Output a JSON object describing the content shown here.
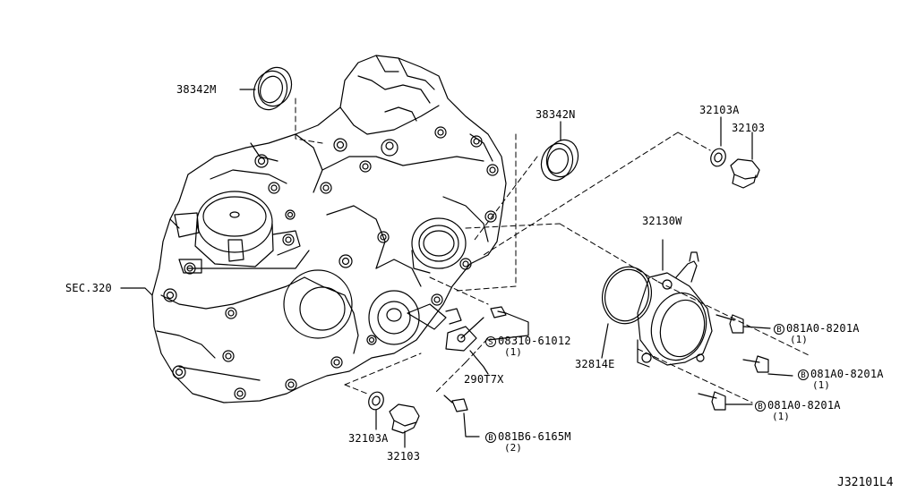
{
  "diagram": {
    "parts": {
      "oil_seal_top": "38342M",
      "oil_seal_right": "38342N",
      "gasket_top": "32103A",
      "plug_top": "32103",
      "housing_label": "32130W",
      "oring": "32814E",
      "transaxle_ref": "SEC.320",
      "sensor": "290T7X",
      "gasket_bottom": "32103A",
      "plug_bottom": "32103"
    },
    "fasteners": {
      "screw_s": {
        "symbol": "S",
        "code": "08310-61012",
        "qty": "(1)"
      },
      "bolt_bottom": {
        "symbol": "B",
        "code": "081B6-6165M",
        "qty": "(2)"
      },
      "bolt_1": {
        "symbol": "B",
        "code": "081A0-8201A",
        "qty": "(1)"
      },
      "bolt_2": {
        "symbol": "B",
        "code": "081A0-8201A",
        "qty": "(1)"
      },
      "bolt_3": {
        "symbol": "B",
        "code": "081A0-8201A",
        "qty": "(1)"
      }
    },
    "diagram_id": "J32101L4"
  }
}
